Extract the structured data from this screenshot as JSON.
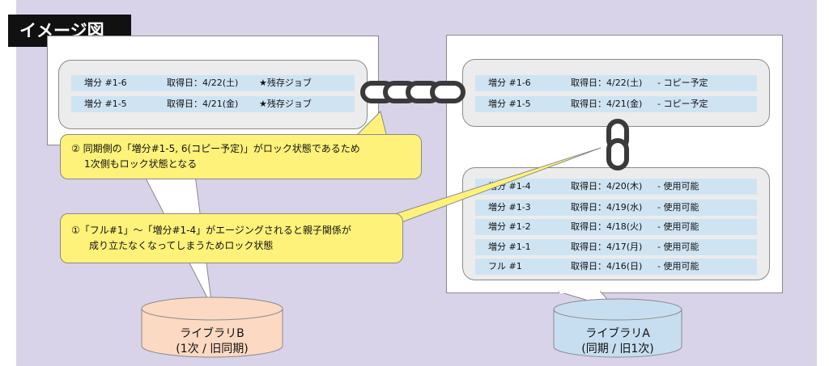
{
  "title": "イメージ図",
  "library_b": {
    "name": "ライブラリB",
    "sub": "(1次 / 旧同期)",
    "rows": [
      {
        "name": "増分 #1-6",
        "date": "取得日：4/22(土)",
        "status": "★残存ジョブ"
      },
      {
        "name": "増分 #1-5",
        "date": "取得日：4/21(金)",
        "status": "★残存ジョブ"
      }
    ]
  },
  "library_a": {
    "name": "ライブラリA",
    "sub": "(同期 / 旧1次)",
    "top_rows": [
      {
        "name": "増分 #1-6",
        "date": "取得日：4/22(土)",
        "status": "- コピー予定"
      },
      {
        "name": "増分 #1-5",
        "date": "取得日：4/21(金)",
        "status": "- コピー予定"
      }
    ],
    "bottom_rows": [
      {
        "name": "増分 #1-4",
        "date": "取得日：4/20(木)",
        "status": "- 使用可能"
      },
      {
        "name": "増分 #1-3",
        "date": "取得日：4/19(水)",
        "status": "- 使用可能"
      },
      {
        "name": "増分 #1-2",
        "date": "取得日：4/18(火)",
        "status": "- 使用可能"
      },
      {
        "name": "増分 #1-1",
        "date": "取得日：4/17(月)",
        "status": "- 使用可能"
      },
      {
        "name": "フル #1",
        "date": "取得日：4/16(日)",
        "status": "- 使用可能"
      }
    ]
  },
  "callout_1": {
    "line1": "② 同期側の「増分#1-5, 6(コピー予定)」がロック状態であるため",
    "line2": "1次側もロック状態となる"
  },
  "callout_2": {
    "line1": "①「フル#1」〜「増分#1-4」がエージングされると親子関係が",
    "line2": "成り立たなくなってしまうためロック状態"
  },
  "colors": {
    "background": "#d8d3e8",
    "row_fill": "#cfe4f3",
    "callout_fill": "#fff27a",
    "cylinder_b": "#fcd9c2",
    "cylinder_a": "#c7def0",
    "chain": "#3a3a3a"
  }
}
